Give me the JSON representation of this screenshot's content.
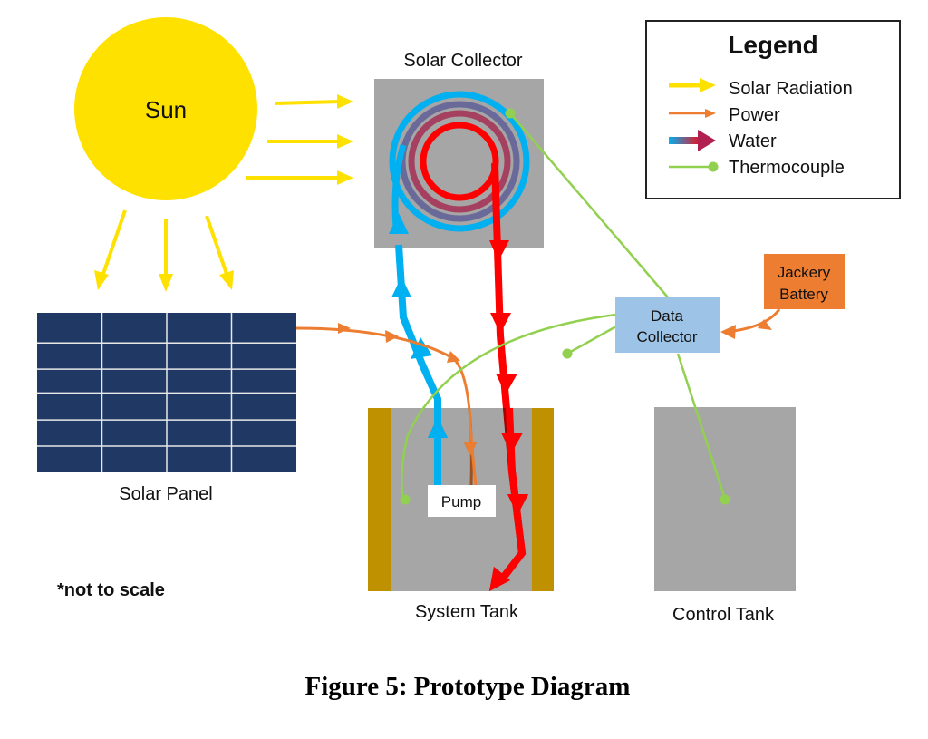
{
  "nodes": {
    "sun": {
      "label": "Sun",
      "color": "#FFE100"
    },
    "solar_collector": {
      "label": "Solar Collector",
      "color": "#A6A6A6"
    },
    "solar_panel": {
      "label": "Solar Panel",
      "color": "#1F3864",
      "rows": 6,
      "cols": 4
    },
    "data_collector": {
      "label_line1": "Data",
      "label_line2": "Collector",
      "color": "#9DC3E6"
    },
    "battery": {
      "label_line1": "Jackery",
      "label_line2": "Battery",
      "color": "#ED7D31"
    },
    "pump": {
      "label": "Pump"
    },
    "system_tank": {
      "label": "System Tank",
      "color": "#A6A6A6",
      "insulation_color": "#BF9000"
    },
    "control_tank": {
      "label": "Control Tank",
      "color": "#A6A6A6"
    }
  },
  "legend": {
    "title": "Legend",
    "items": [
      {
        "label": "Solar Radiation",
        "color": "#FFE100"
      },
      {
        "label": "Power",
        "color": "#ED7D31"
      },
      {
        "label": "Water",
        "color_start": "#00B0F0",
        "color_end": "#E81123"
      },
      {
        "label": "Thermocouple",
        "color": "#92D050"
      }
    ]
  },
  "colors": {
    "cold_water": "#00B0F0",
    "hot_water": "#FF0000",
    "power": "#ED7D31",
    "thermocouple": "#92D050",
    "radiation": "#FFE100"
  },
  "note": "*not to scale",
  "caption": "Figure 5: Prototype Diagram"
}
